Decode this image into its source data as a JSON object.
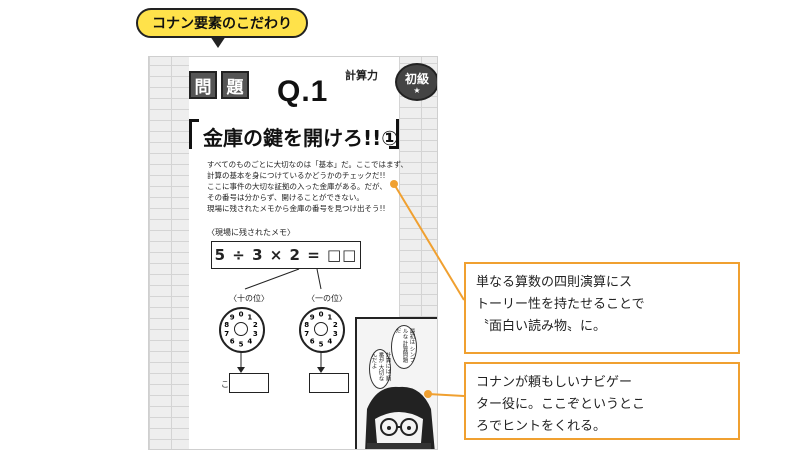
{
  "bubble": {
    "text": "コナン要素のこだわり"
  },
  "page": {
    "tag_chars": [
      "問",
      "題"
    ],
    "question_number": "Q.1",
    "category": "計算力",
    "level": "初級",
    "level_star": "★",
    "title": "金庫の鍵を開けろ!!①",
    "intro_lines": [
      "すべてのものごとに大切なのは「基本」だ。ここではまず、",
      "計算の基本を身につけているかどうかのチェックだ!!",
      "ここに事件の大切な証拠の入った金庫がある。だが、",
      "その番号は分からず、開けることができない。",
      "現場に残されたメモから金庫の番号を見つけ出そう!!"
    ],
    "memo_label": "〈現場に残されたメモ〉",
    "equation": "5 ÷ 3 × 2 = □□",
    "dial_tens_label": "〈十の位〉",
    "dial_ones_label": "〈一の位〉",
    "dial_digits": [
      "0",
      "1",
      "2",
      "3",
      "4",
      "5",
      "6",
      "7",
      "8",
      "9"
    ],
    "answer_label": "こたえ",
    "manga_bubble_1": "最初は シンプルな 計算問題だ",
    "manga_bubble_2": "計算には 順番が 大切なんだよ"
  },
  "callouts": {
    "first": [
      "単なる算数の四則演算にス",
      "トーリー性を持たせることで",
      "〝面白い読み物〟に。"
    ],
    "second": [
      "コナンが頼もしいナビゲー",
      "ター役に。ここぞというとこ",
      "ろでヒントをくれる。"
    ]
  },
  "colors": {
    "bubble": "#ffe24a",
    "accent_orange": "#f0a030",
    "page_gray": "#eeeeee"
  }
}
